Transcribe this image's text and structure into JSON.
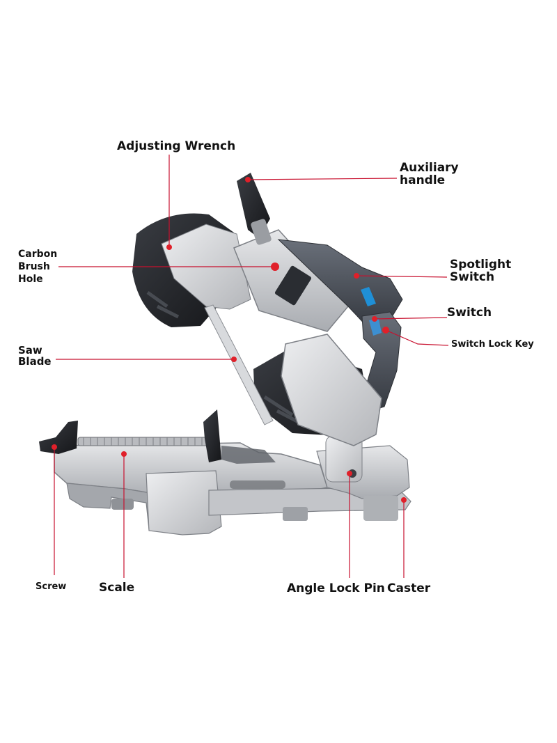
{
  "colors": {
    "leader": "#c8102e",
    "marker": "#e0202a",
    "metal_light": "#d9dadc",
    "metal_mid": "#b7b9bd",
    "metal_dark": "#8c8f94",
    "housing_black": "#222428",
    "motor_grey": "#4a4f57",
    "accent_blue": "#1f8fd6"
  },
  "labels": {
    "adjusting_wrench": "Adjusting Wrench",
    "auxiliary_handle": [
      "Auxiliary",
      "handle"
    ],
    "carbon_brush_hole": [
      "Carbon",
      "Brush",
      "Hole"
    ],
    "spotlight_switch": [
      "Spotlight",
      "Switch"
    ],
    "switch": "Switch",
    "switch_lock_key": "Switch Lock Key",
    "saw_blade": [
      "Saw",
      "Blade"
    ],
    "screw": "Screw",
    "scale": "Scale",
    "angle_lock_pin": "Angle Lock Pin",
    "caster": "Caster"
  }
}
